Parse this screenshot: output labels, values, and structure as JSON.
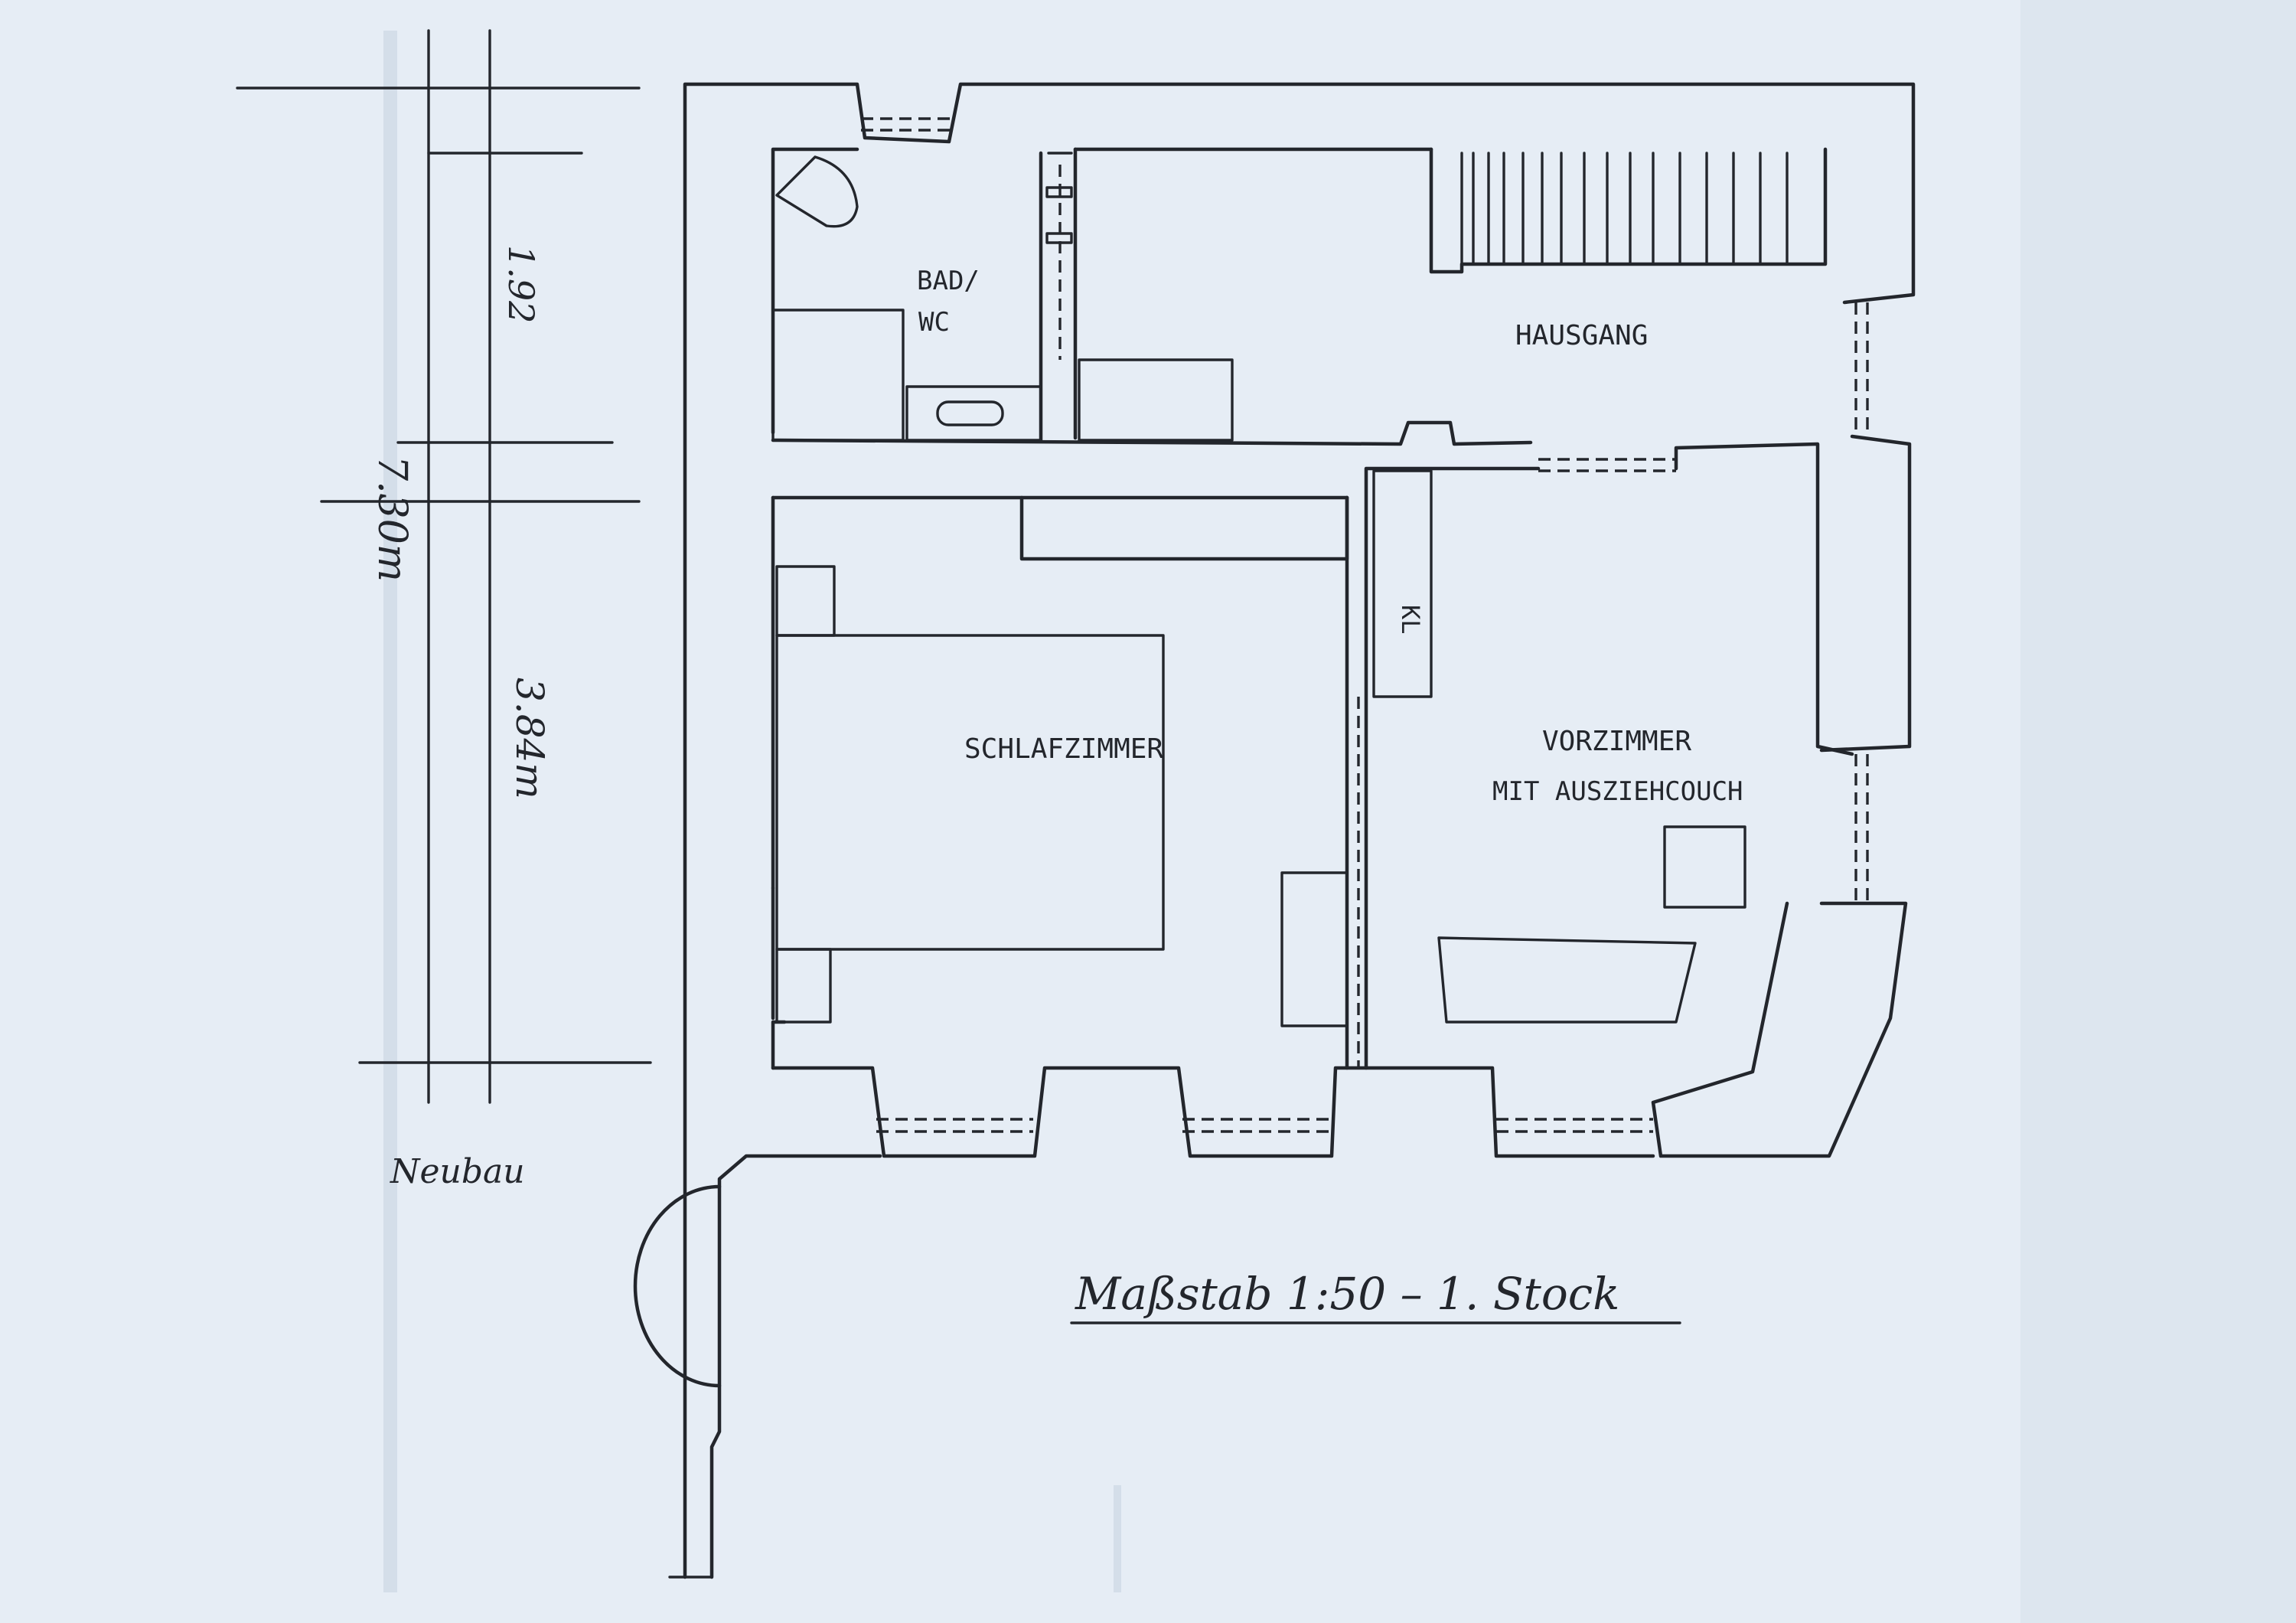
{
  "drawing": {
    "colors": {
      "paper": "#e6edf5",
      "ink": "#23262c",
      "bleed_through": "#cfd9e4"
    },
    "rooms": {
      "bath": "BAD/",
      "wc": "WC",
      "hallway": "HAUSGANG",
      "bedroom": "SCHLAFZIMMER",
      "anteroom_line1": "VORZIMMER",
      "anteroom_line2": "MIT AUSZIEHCOUCH",
      "wardrobe": "KL"
    },
    "dimensions": {
      "upper": "1.92",
      "total": "7.30m",
      "lower": "3.84m"
    },
    "annotations": {
      "neighbor": "Neubau",
      "scale": "Maßstab 1:50 – 1. Stock"
    }
  }
}
